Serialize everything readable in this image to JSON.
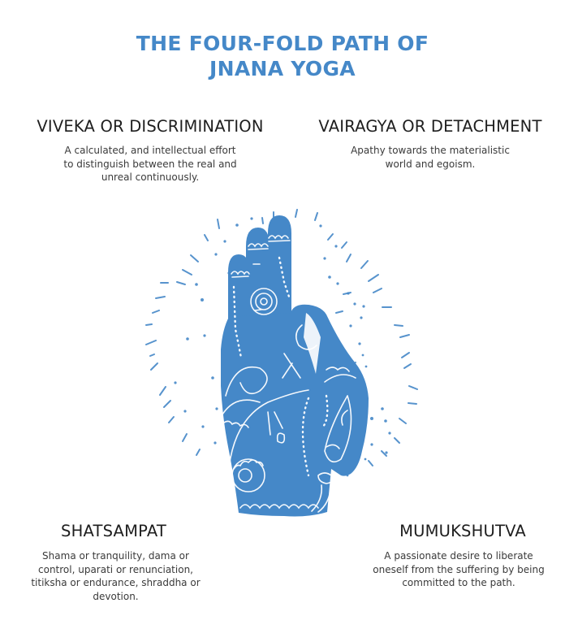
{
  "title": {
    "line1": "THE FOUR-FOLD PATH OF",
    "line2": "JNANA YOGA"
  },
  "colors": {
    "accent": "#4588C8",
    "heading": "#1E1E1E",
    "body": "#3A3A3A",
    "background": "#FFFFFF"
  },
  "illustration": {
    "icon": "hand-mudra-icon",
    "description": "Blue hand in mudra gesture with white henna patterns and radiating rays"
  },
  "paths": [
    {
      "heading": "VIVEKA OR DISCRIMINATION",
      "lines": [
        "A calculated, and intellectual effort",
        "to distinguish between the real and",
        "unreal continuously."
      ]
    },
    {
      "heading": "VAIRAGYA OR DETACHMENT",
      "lines": [
        "Apathy towards the materialistic",
        "world and egoism."
      ]
    },
    {
      "heading": "SHATSAMPAT",
      "lines": [
        "Shama or tranquility, dama or",
        "control, uparati or renunciation,",
        "titiksha or endurance, shraddha or",
        "devotion."
      ]
    },
    {
      "heading": "MUMUKSHUTVA",
      "lines": [
        "A passionate desire to liberate",
        "oneself from the suffering by being",
        "committed to the path."
      ]
    }
  ]
}
